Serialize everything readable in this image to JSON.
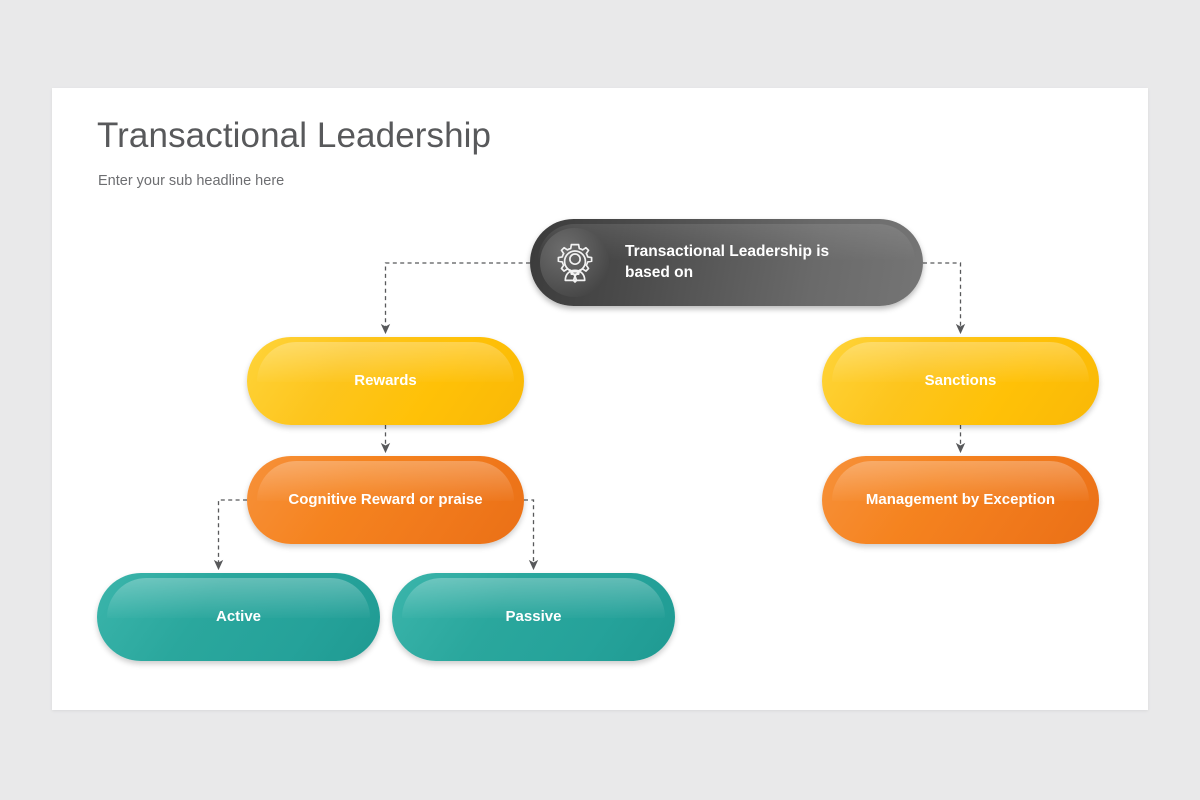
{
  "slide": {
    "title": "Transactional Leadership",
    "subtitle": "Enter your sub headline here"
  },
  "diagram": {
    "root": {
      "label": "Transactional Leadership is based on",
      "icon": "gear-person-icon",
      "color": "#4a4a4a"
    },
    "nodes": [
      {
        "id": "rewards",
        "label": "Rewards",
        "color": "#ffc107"
      },
      {
        "id": "sanctions",
        "label": "Sanctions",
        "color": "#ffc107"
      },
      {
        "id": "cognitive",
        "label": "Cognitive Reward or praise",
        "color": "#f0781b"
      },
      {
        "id": "management",
        "label": "Management by Exception",
        "color": "#f0781b"
      },
      {
        "id": "active",
        "label": "Active",
        "color": "#2aa79d"
      },
      {
        "id": "passive",
        "label": "Passive",
        "color": "#2aa79d"
      }
    ],
    "connector_color": "#58595b",
    "connector_style": "dashed-arrow"
  },
  "colors": {
    "background": "#e9e9ea",
    "card": "#ffffff",
    "title": "#58595b",
    "subtitle": "#6d6e71",
    "yellow": "#ffc107",
    "orange": "#f0781b",
    "teal": "#2aa79d",
    "gray": "#4a4a4a"
  }
}
